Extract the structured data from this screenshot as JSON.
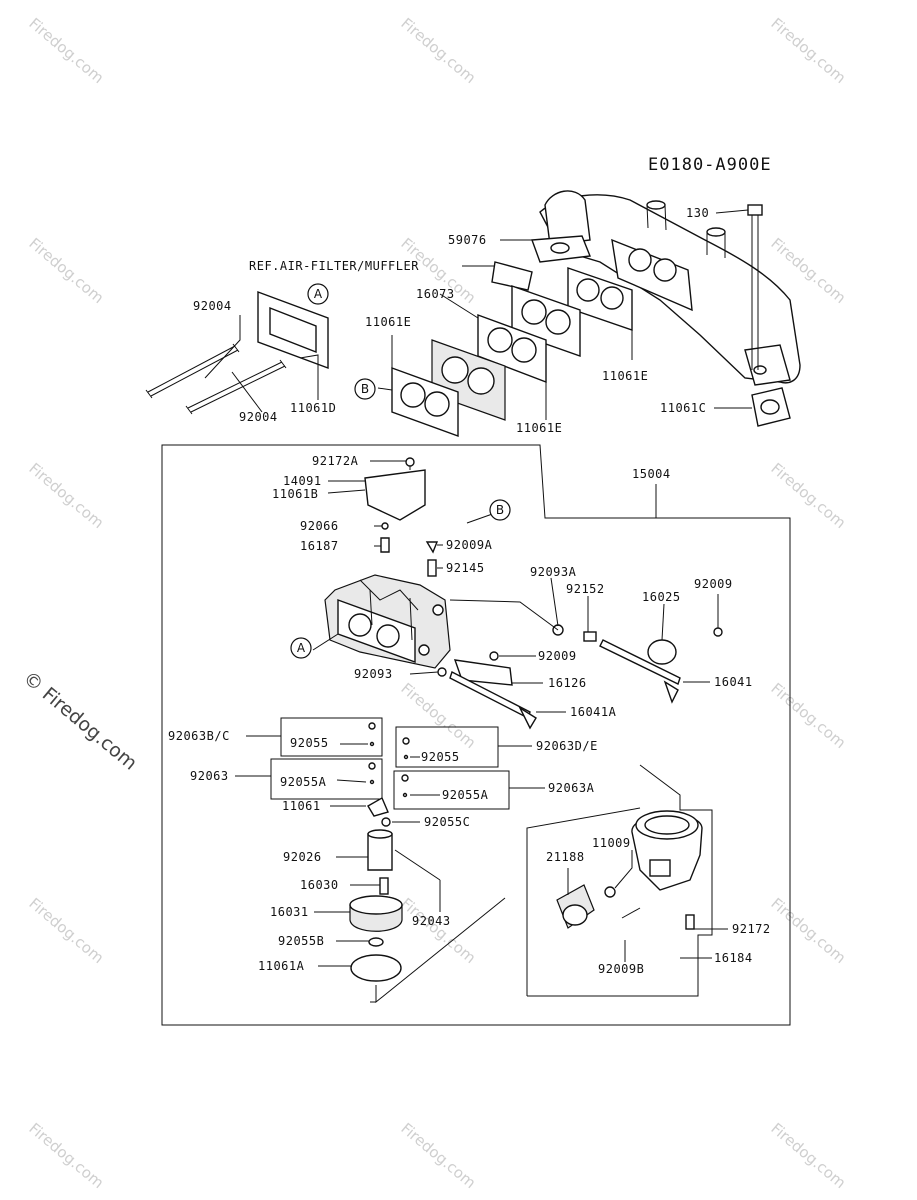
{
  "diagram_code": "E0180-A900E",
  "ref_note": "REF.AIR-FILTER/MUFFLER",
  "watermark_text": "Firedog.com",
  "side_watermark": "© Firedog.com",
  "callouts": {
    "a": "A",
    "b": "B"
  },
  "labels": {
    "p130": "130",
    "p59076": "59076",
    "p16073": "16073",
    "p92004_top": "92004",
    "p92004_bot": "92004",
    "p11061D": "11061D",
    "p11061E_a": "11061E",
    "p11061E_b": "11061E",
    "p11061E_c": "11061E",
    "p11061C": "11061C",
    "p92172A": "92172A",
    "p14091": "14091",
    "p11061B": "11061B",
    "p15004": "15004",
    "p92066": "92066",
    "p16187": "16187",
    "p92009A": "92009A",
    "p92145": "92145",
    "p92093A": "92093A",
    "p92152": "92152",
    "p16025": "16025",
    "p92009_a": "92009",
    "p92009_b": "92009",
    "p92093": "92093",
    "p16126": "16126",
    "p16041": "16041",
    "p16041A": "16041A",
    "p92063BC": "92063B/C",
    "p92055_a": "92055",
    "p92055_b": "92055",
    "p92063DE": "92063D/E",
    "p92063": "92063",
    "p92055A_a": "92055A",
    "p92055A_b": "92055A",
    "p92063A": "92063A",
    "p11061": "11061",
    "p92055C": "92055C",
    "p92026": "92026",
    "p16030": "16030",
    "p92043": "92043",
    "p16031": "16031",
    "p92055B": "92055B",
    "p11061A": "11061A",
    "p21188": "21188",
    "p11009": "11009",
    "p92172": "92172",
    "p92009B": "92009B",
    "p16184": "16184"
  }
}
